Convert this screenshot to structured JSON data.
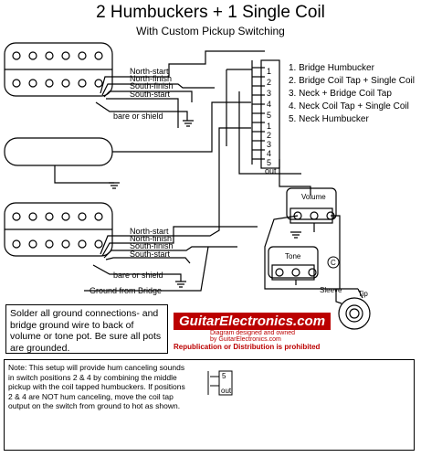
{
  "title": "2 Humbuckers + 1 Single Coil",
  "subtitle": "With Custom Pickup Switching",
  "legend": [
    "1. Bridge Humbucker",
    "2. Bridge Coil Tap +  Single Coil",
    "3. Neck + Bridge  Coil Tap",
    "4. Neck Coil Tap +  Single Coil",
    "5. Neck Humbucker"
  ],
  "wire_labels": {
    "north_start": "North-start",
    "north_finish": "North-finish",
    "south_finish": "South-finish",
    "south_start": "South-start",
    "bare_shield": "bare or shield",
    "ground_bridge": "Ground from Bridge"
  },
  "switch_labels": {
    "top_pins": [
      "1",
      "2",
      "3",
      "4",
      "5"
    ],
    "bottom_pins": [
      "1",
      "2",
      "3",
      "4",
      "5"
    ],
    "out": "out"
  },
  "controls": {
    "volume": "Volume",
    "tone": "Tone",
    "cap": "C",
    "sleeve": "Sleeve",
    "tip": "Tip"
  },
  "ground_note": "Solder all ground connections- and bridge ground wire to back of volume or tone pot. Be sure all pots are grounded.",
  "brand": {
    "logo": "GuitarElectronics.com",
    "designed": "Diagram designed and owned",
    "owner": "by GuitarElectronics.com",
    "rights": "Republication or Distribution is prohibited"
  },
  "hum_note": "Note: This setup will provide hum canceling sounds in switch positions 2 & 4 by combining the middle pickup with the coil tapped humbuckers. If positions 2 & 4 are NOT hum canceling, move the coil tap output on the switch from ground to hot as shown.",
  "inset_labels": {
    "pins": "5",
    "out": "out"
  },
  "colors": {
    "brand_red": "#b00000"
  }
}
